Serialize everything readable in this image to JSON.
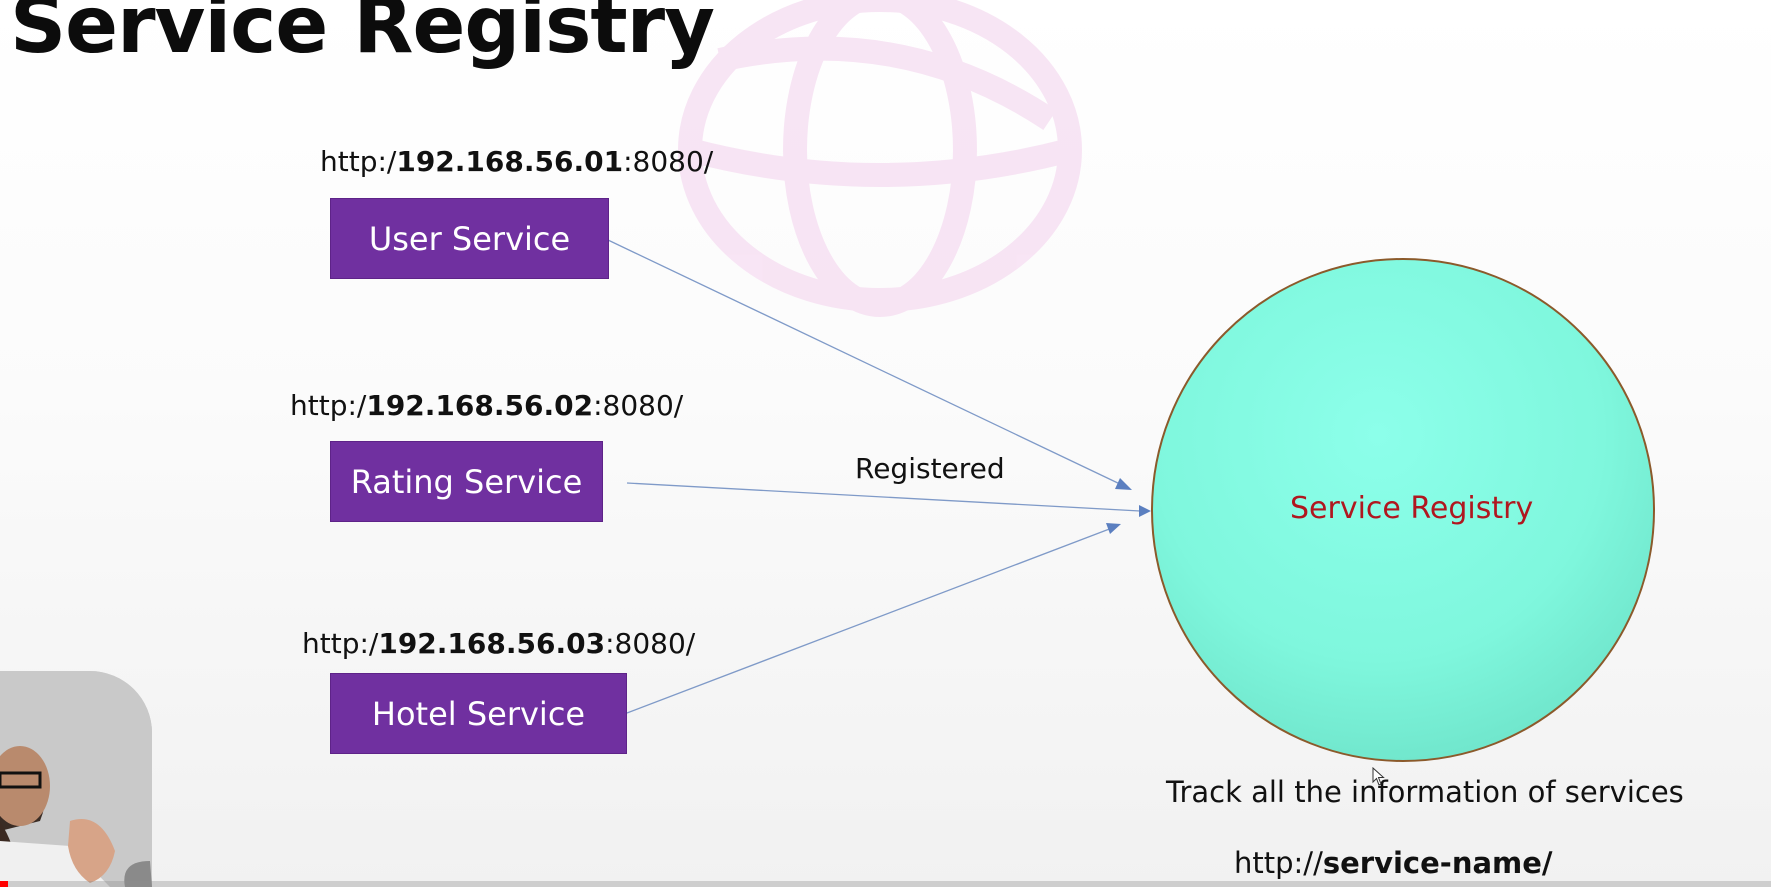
{
  "slide": {
    "title": "Service Registry"
  },
  "services": [
    {
      "name": "User Service",
      "url_prefix": "http:/",
      "url_host": "192.168.56.01",
      "url_suffix": ":8080/"
    },
    {
      "name": "Rating Service",
      "url_prefix": "http:/",
      "url_host": "192.168.56.02",
      "url_suffix": ":8080/"
    },
    {
      "name": "Hotel Service",
      "url_prefix": "http:/",
      "url_host": "192.168.56.03",
      "url_suffix": ":8080/"
    }
  ],
  "edge_label": "Registered",
  "registry": {
    "label": "Service Registry",
    "caption": "Track all the information of services",
    "url_prefix": "http://",
    "url_name": "service-name/"
  },
  "colors": {
    "service_box": "#7030a0",
    "registry_fill": "#80ffe3",
    "registry_border": "#8b5a2b",
    "registry_text": "#b0171f",
    "arrow": "#6f8fbf"
  },
  "video": {
    "progress": 0.004
  }
}
